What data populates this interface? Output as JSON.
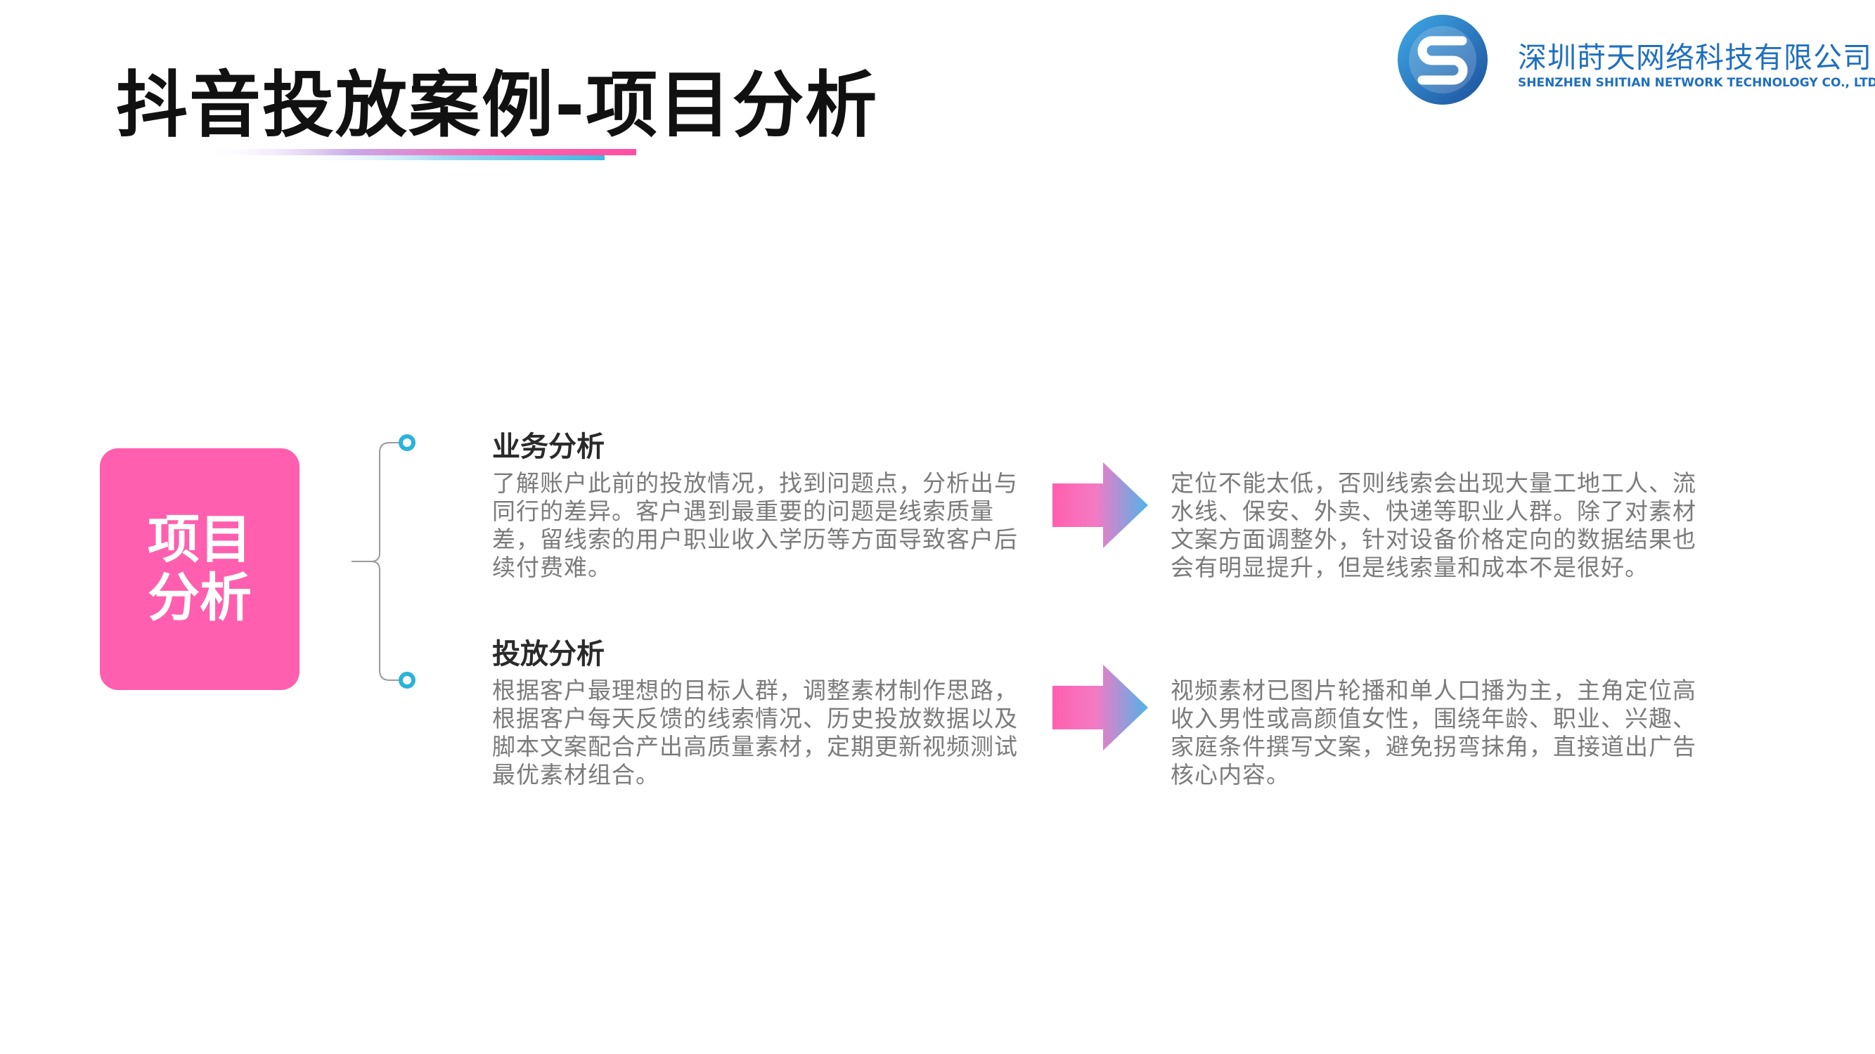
{
  "title": "抖音投放案例-项目分析",
  "company": {
    "name": "深圳莳天网络科技有限公司",
    "english": "SHENZHEN SHITIAN NETWORK TECHNOLOGY CO., LTD",
    "logo_icon": "company-s-logo-icon",
    "brand_color": "#1f6fbf"
  },
  "badge": {
    "label": "项目分析",
    "color": "#ff5fae"
  },
  "sections": [
    {
      "heading": "业务分析",
      "description": "了解账户此前的投放情况，找到问题点，分析出与同行的差异。客户遇到最重要的问题是线索质量差，留线索的用户职业收入学历等方面导致客户后续付费难。",
      "result": "定位不能太低，否则线索会出现大量工地工人、流水线、保安、外卖、快递等职业人群。除了对素材文案方面调整外，针对设备价格定向的数据结果也会有明显提升，但是线索量和成本不是很好。"
    },
    {
      "heading": "投放分析",
      "description": "根据客户最理想的目标人群，调整素材制作思路，根据客户每天反馈的线索情况、历史投放数据以及脚本文案配合产出高质量素材，定期更新视频测试最优素材组合。",
      "result": "视频素材已图片轮播和单人口播为主，主角定位高收入男性或高颜值女性，围绕年龄、职业、兴趣、家庭条件撰写文案，避免拐弯抹角，直接道出广告核心内容。"
    }
  ],
  "colors": {
    "accent_pink": "#ff5fae",
    "accent_blue": "#3fb6e0",
    "connector_dot": "#2bb3d9"
  }
}
